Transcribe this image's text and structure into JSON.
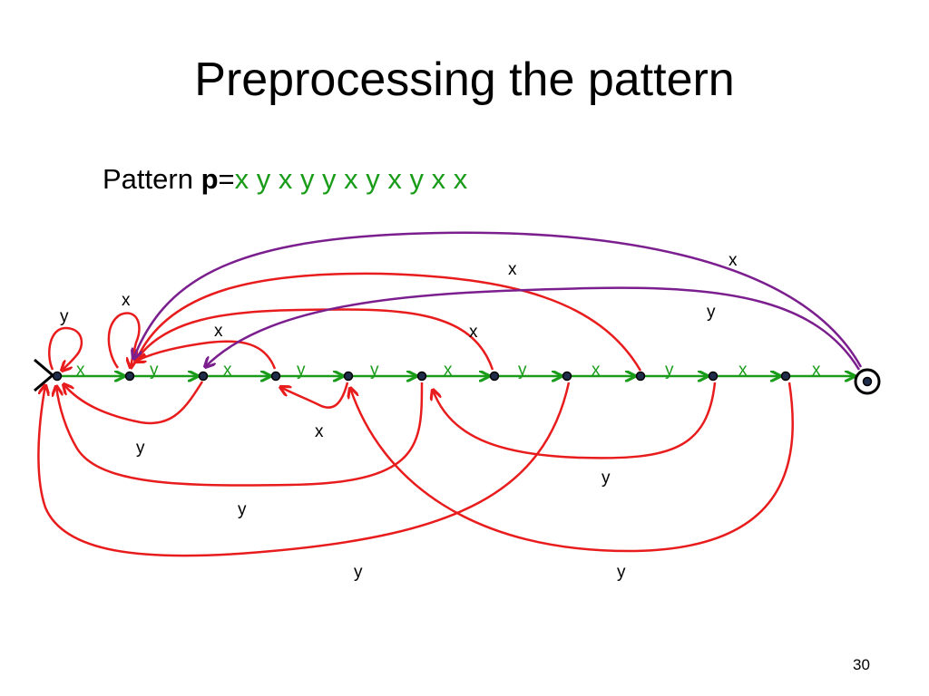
{
  "title": "Preprocessing the pattern",
  "pattern": {
    "prefix": "Pattern ",
    "symbol": "p",
    "equals": "=",
    "sequence": "x y x y y x y x y x x"
  },
  "page_number": "30",
  "colors": {
    "forward": "#1a9c1a",
    "failure": "#e81c1c",
    "back_from_final": "#7b1e8e",
    "node": "#1f2d4a"
  },
  "diagram": {
    "forward_labels": [
      "x",
      "y",
      "x",
      "y",
      "y",
      "x",
      "y",
      "x",
      "y",
      "x",
      "x"
    ],
    "back_labels": {
      "self_loop_0": "y",
      "self_loop_1": "x",
      "s4_to_1": "x",
      "s3_to_0": "y",
      "s5_to_3": "x",
      "s9_to_1": "x",
      "s7_to_1": "x",
      "final_to_1": "x",
      "final_to_2": "y",
      "s6_to_0": "y",
      "s10_to_6": "y",
      "s8_to_0": "y",
      "s11_to_5": "y"
    }
  }
}
